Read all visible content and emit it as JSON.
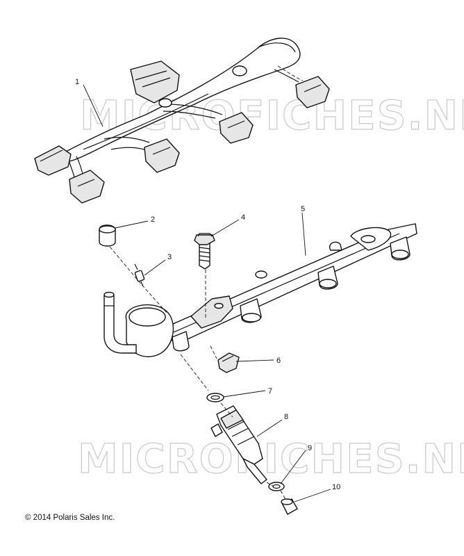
{
  "watermark": "MICROFICHES.NET",
  "copyright": "© 2014 Polaris Sales Inc.",
  "callouts": [
    "1",
    "2",
    "3",
    "4",
    "5",
    "6",
    "7",
    "8",
    "9",
    "10"
  ]
}
